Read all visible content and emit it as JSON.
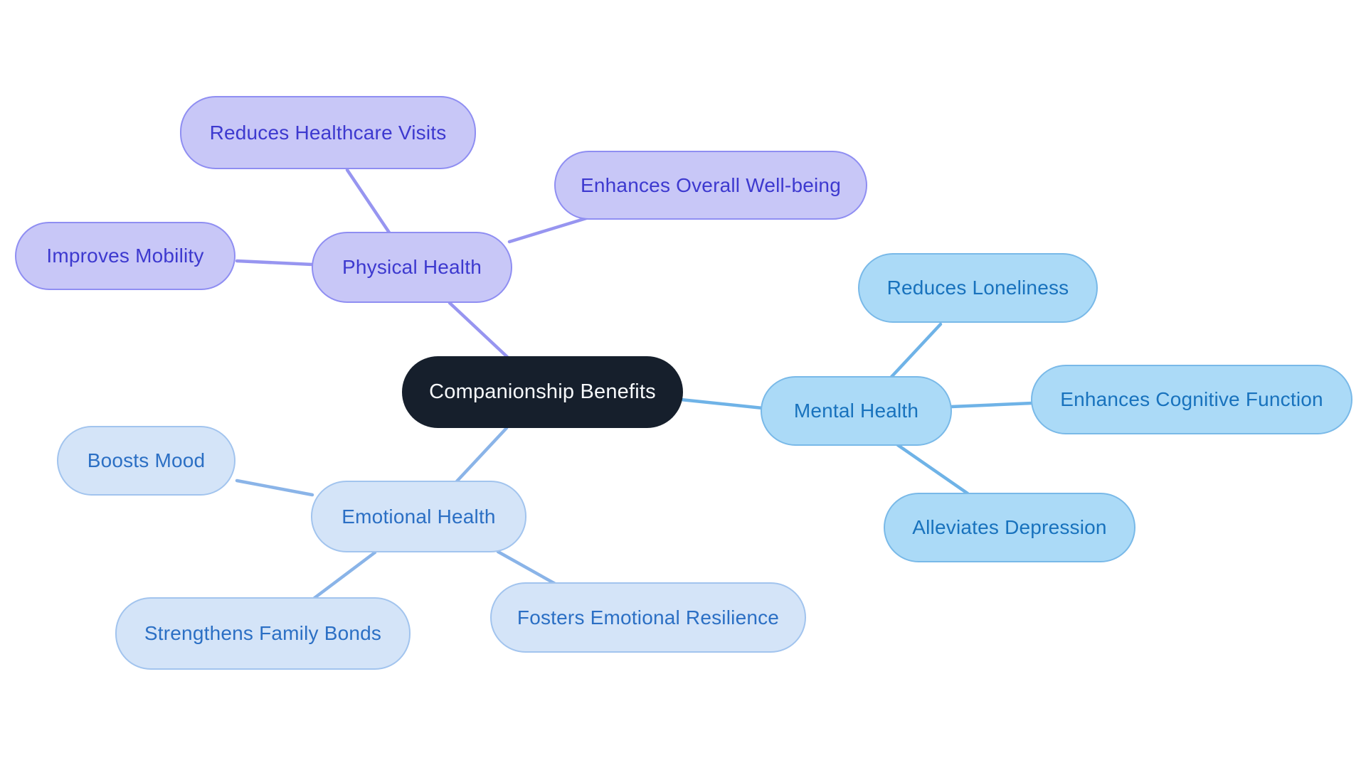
{
  "canvas": {
    "background": "#ffffff"
  },
  "center_node": {
    "label": "Companionship Benefits",
    "fill": "#161f2c",
    "text_color": "#f7f9fb"
  },
  "branches": {
    "physical": {
      "label": "Physical Health",
      "colors": {
        "fill": "#c8c7f7",
        "border": "#8f8ef2",
        "text": "#3d39cf",
        "line": "#9795f0"
      },
      "children": {
        "reduces_healthcare_visits": {
          "label": "Reduces Healthcare Visits"
        },
        "enhances_overall_well_being": {
          "label": "Enhances Overall Well-being"
        },
        "improves_mobility": {
          "label": "Improves Mobility"
        }
      }
    },
    "mental": {
      "label": "Mental Health",
      "colors": {
        "fill": "#abdaf7",
        "border": "#79b9e8",
        "text": "#1872bd",
        "line": "#6fb3e7"
      },
      "children": {
        "reduces_loneliness": {
          "label": "Reduces Loneliness"
        },
        "enhances_cognitive_function": {
          "label": "Enhances Cognitive Function"
        },
        "alleviates_depression": {
          "label": "Alleviates Depression"
        }
      }
    },
    "emotional": {
      "label": "Emotional Health",
      "colors": {
        "fill": "#d4e4f8",
        "border": "#a2c4ee",
        "text": "#2b6fc4",
        "line": "#8ab4e8"
      },
      "children": {
        "boosts_mood": {
          "label": "Boosts Mood"
        },
        "strengthens_family_bonds": {
          "label": "Strengthens Family Bonds"
        },
        "fosters_emotional_resilience": {
          "label": "Fosters Emotional Resilience"
        }
      }
    }
  }
}
